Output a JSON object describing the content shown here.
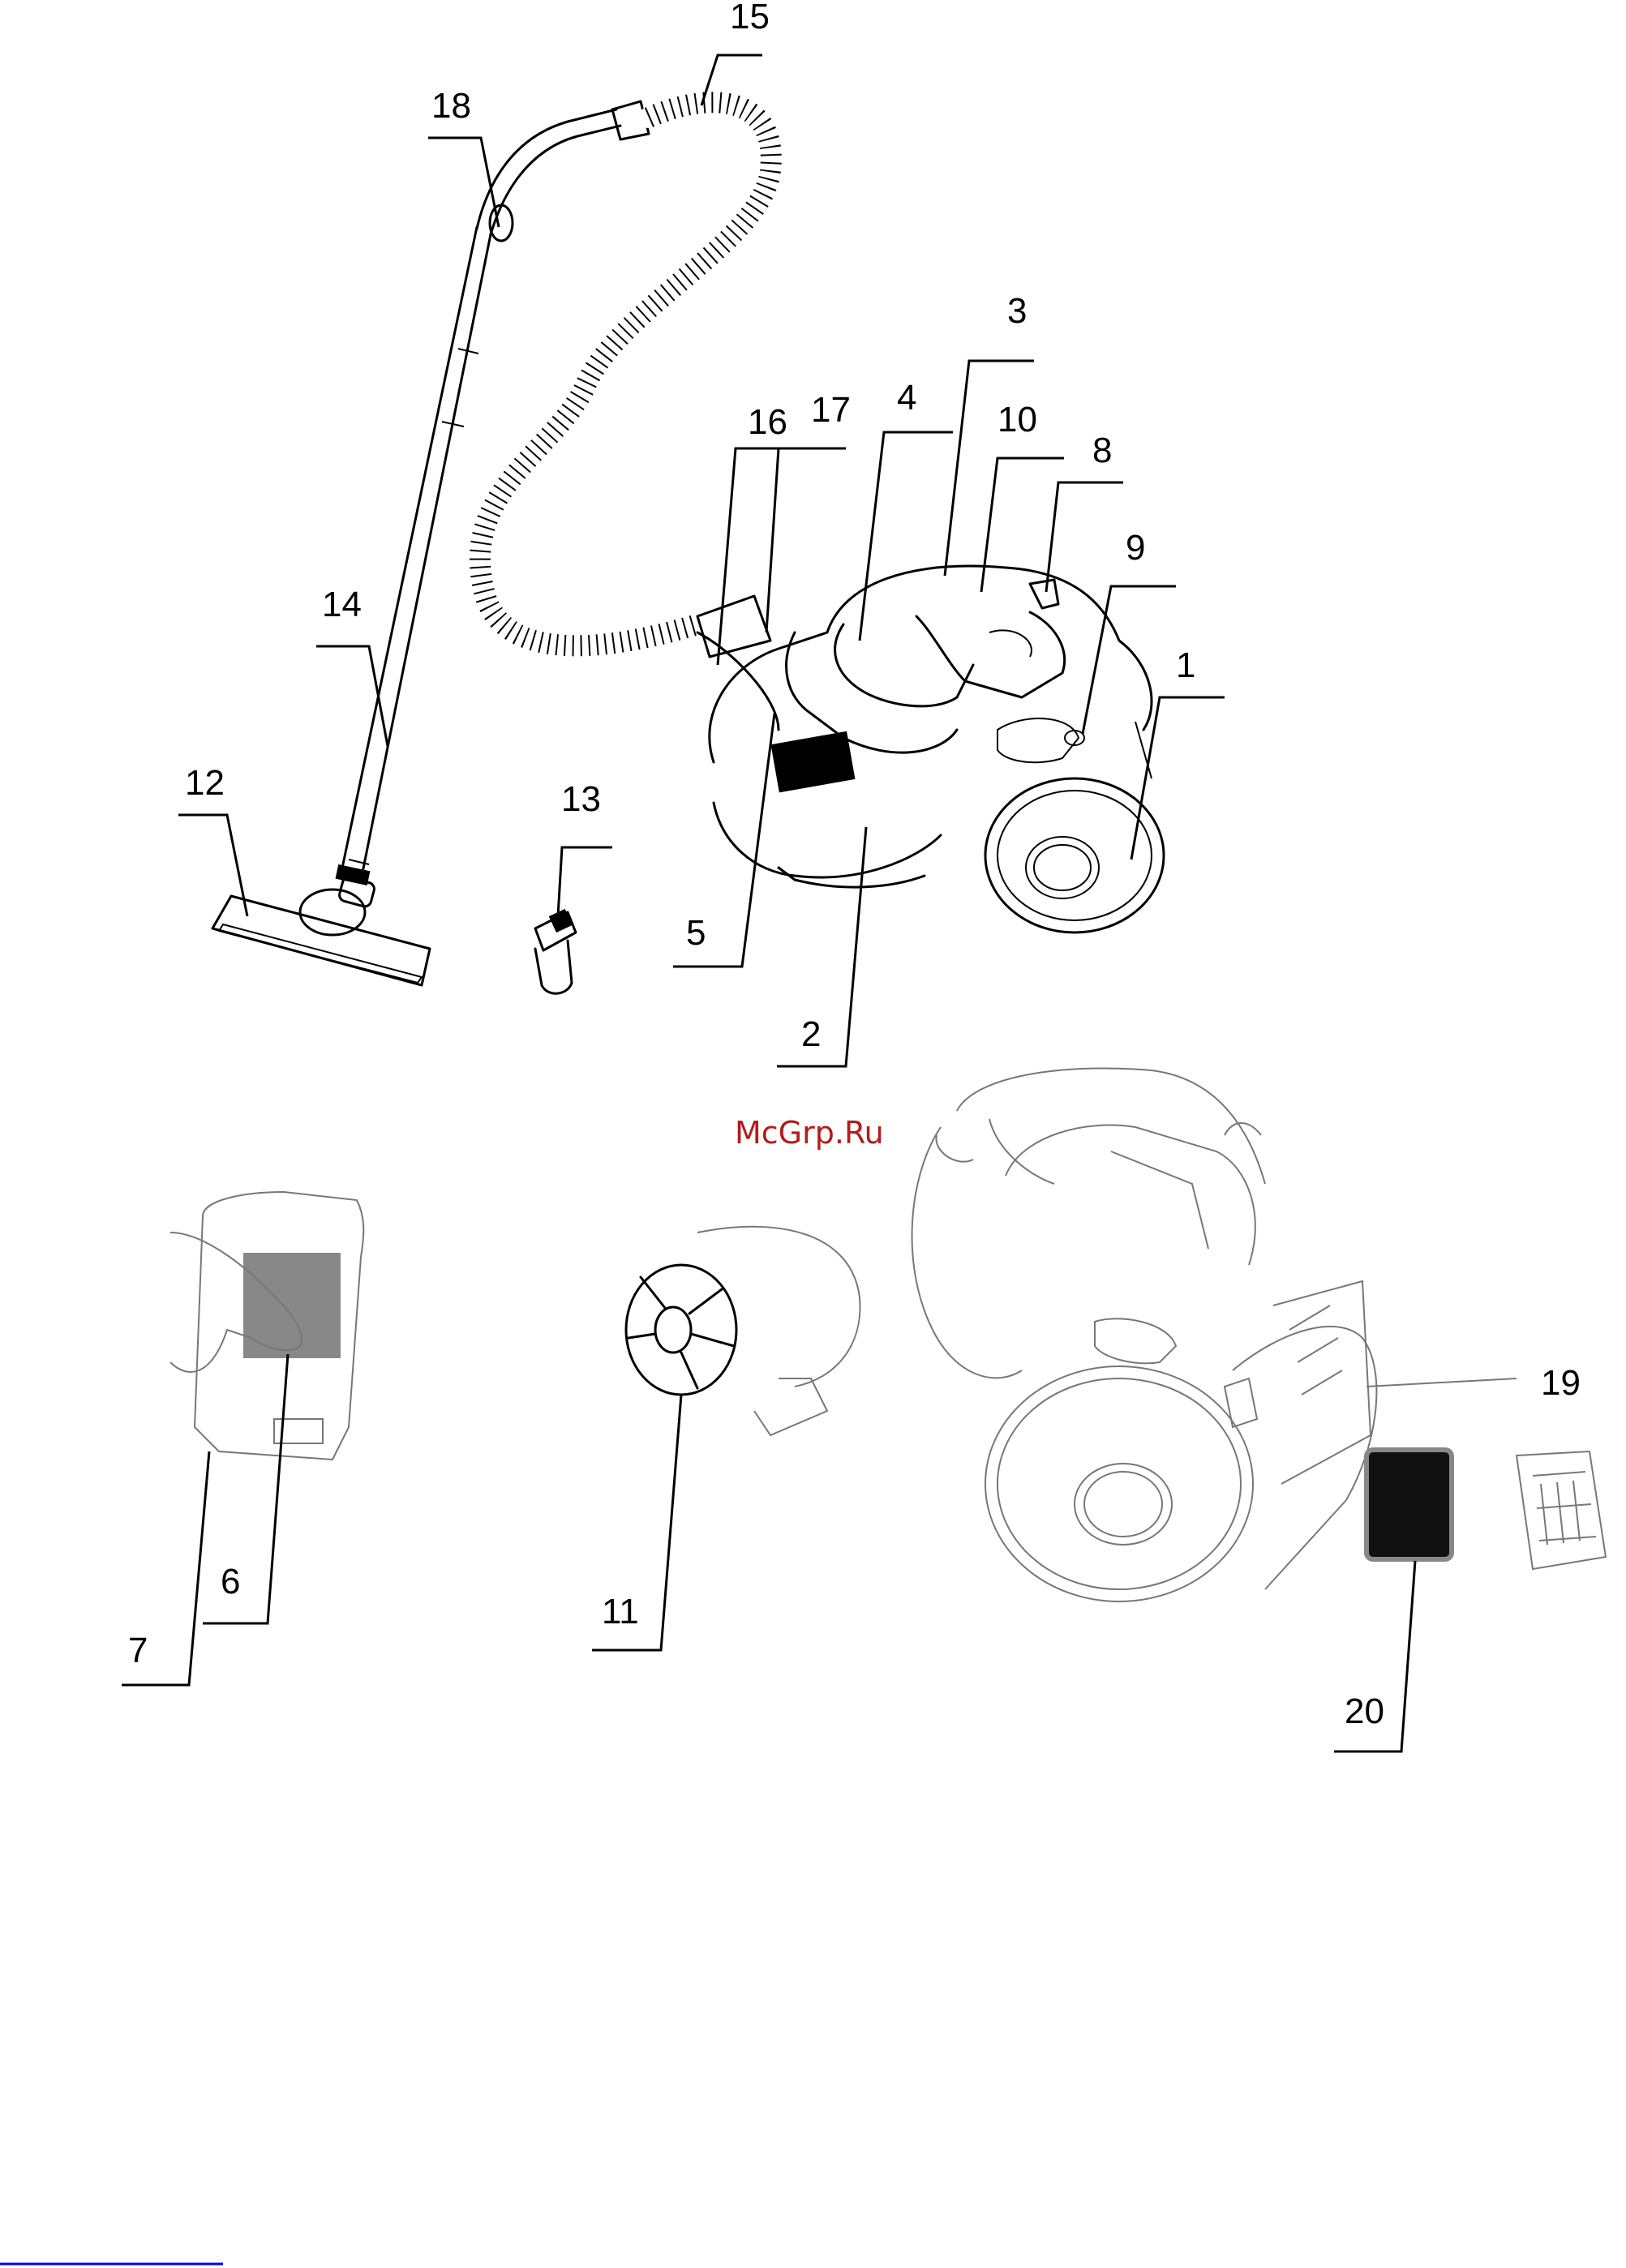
{
  "watermark": "McGrp.Ru",
  "callouts": [
    {
      "id": "1",
      "label": "1"
    },
    {
      "id": "2",
      "label": "2"
    },
    {
      "id": "3",
      "label": "3"
    },
    {
      "id": "4",
      "label": "4"
    },
    {
      "id": "5",
      "label": "5"
    },
    {
      "id": "6",
      "label": "6"
    },
    {
      "id": "7",
      "label": "7"
    },
    {
      "id": "8",
      "label": "8"
    },
    {
      "id": "9",
      "label": "9"
    },
    {
      "id": "10",
      "label": "10"
    },
    {
      "id": "11",
      "label": "11"
    },
    {
      "id": "12",
      "label": "12"
    },
    {
      "id": "13",
      "label": "13"
    },
    {
      "id": "14",
      "label": "14"
    },
    {
      "id": "15",
      "label": "15"
    },
    {
      "id": "16",
      "label": "16"
    },
    {
      "id": "17",
      "label": "17"
    },
    {
      "id": "18",
      "label": "18"
    },
    {
      "id": "19",
      "label": "19"
    },
    {
      "id": "20",
      "label": "20"
    }
  ]
}
